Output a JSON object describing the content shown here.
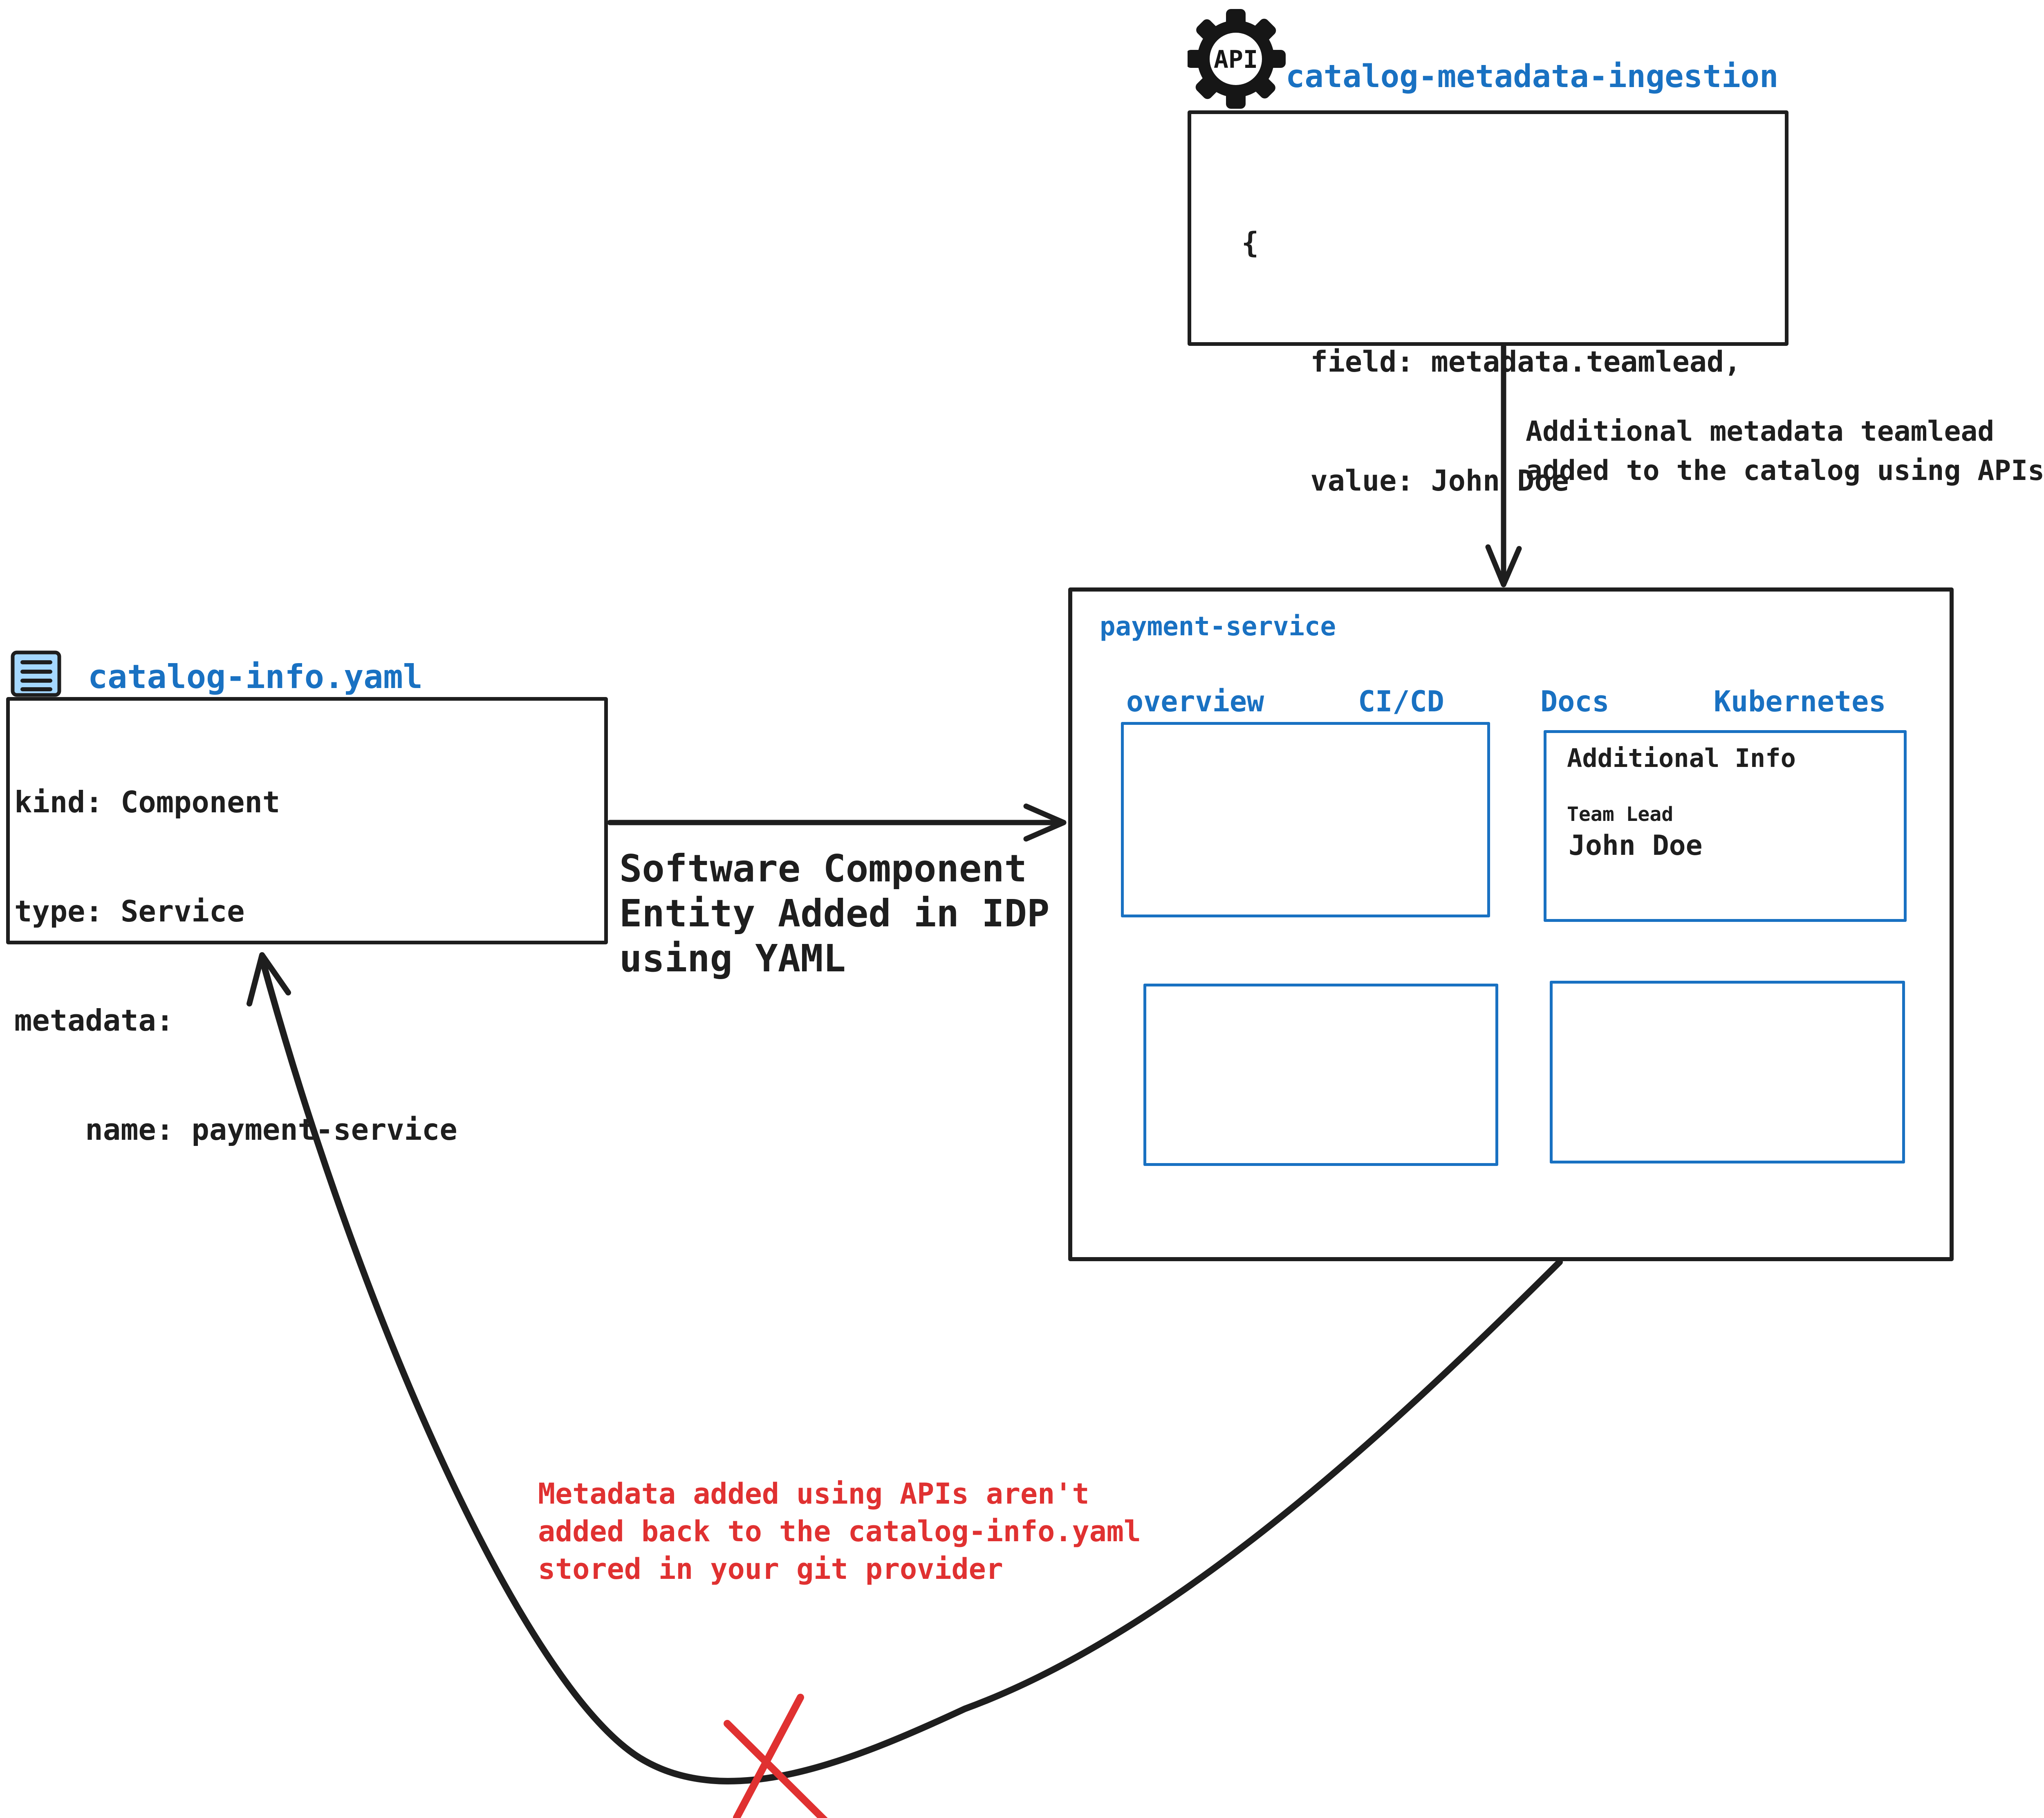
{
  "colors": {
    "accent_blue": "#1971c2",
    "alert_red": "#e03131",
    "ink": "#1e1e1e",
    "file_icon_fill": "#a5d8ff"
  },
  "api_service": {
    "icon": "api-gear-icon",
    "icon_text": "API",
    "title": "catalog-metadata-ingestion",
    "payload": {
      "line1": "{",
      "line2": "    field: metadata.teamlead,",
      "line3": "    value: John Doe",
      "line4": "}"
    }
  },
  "api_arrow": {
    "label_line1": "Additional metadata teamlead",
    "label_line2": "added to the catalog using APIs"
  },
  "idp": {
    "title": "payment-service",
    "tabs": [
      "overview",
      "CI/CD",
      "Docs",
      "Kubernetes"
    ],
    "docs_panel": {
      "heading": "Additional Info",
      "field_label": "Team Lead",
      "field_value": "John Doe"
    }
  },
  "yaml_file": {
    "icon": "yaml-file-icon",
    "title": "catalog-info.yaml",
    "code": {
      "line1": "kind: Component",
      "line2": "type: Service",
      "line3": "metadata:",
      "line4": "    name: payment-service"
    }
  },
  "yaml_arrow": {
    "label_line1": "Software Component",
    "label_line2": "Entity Added in IDP",
    "label_line3": "using YAML"
  },
  "return_note": {
    "line1": "Metadata added using APIs aren't",
    "line2": "added back to the catalog-info.yaml",
    "line3": "stored in your git provider"
  }
}
